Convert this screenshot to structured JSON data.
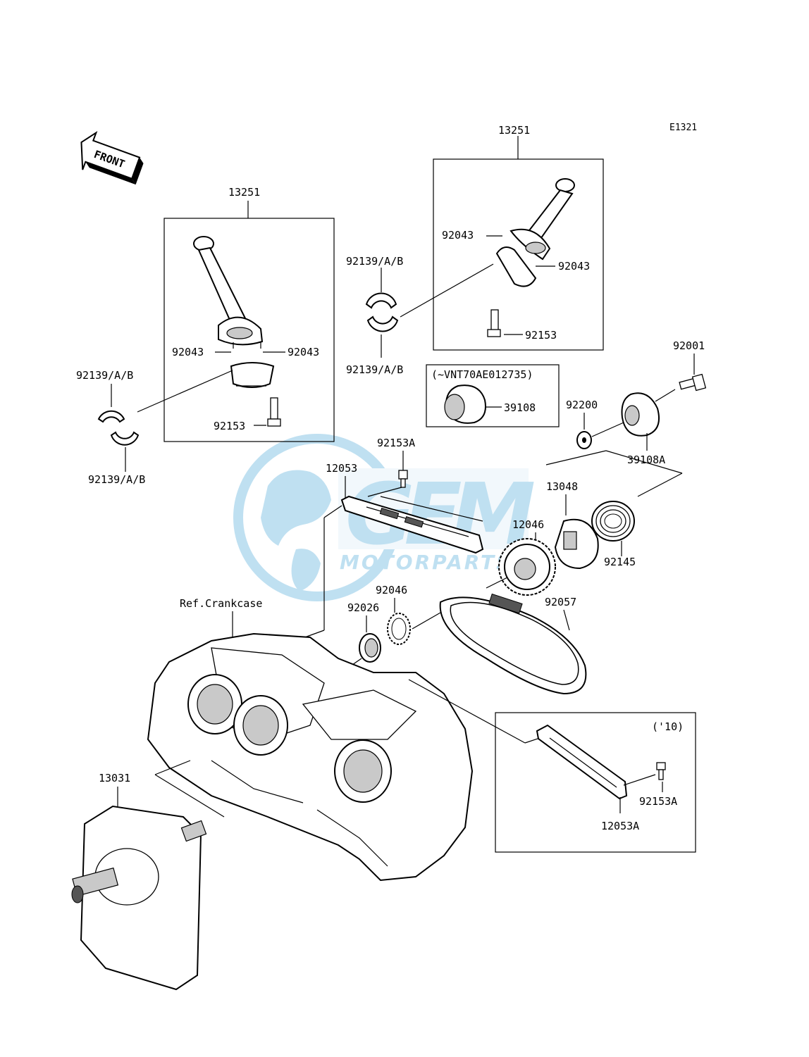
{
  "diagram_code": "E1321",
  "front_label": "FRONT",
  "watermark": {
    "logo_text": "GEM",
    "sub_text": "MOTORPARTS",
    "color": "#8cc7e6"
  },
  "labels": {
    "rod_set_left": "13251",
    "rod_set_right": "13251",
    "bearing_r_top": "92139/A/B",
    "bearing_r_bottom": "92139/A/B",
    "bearing_l_top": "92139/A/B",
    "bearing_l_bottom": "92139/A/B",
    "knock_pin_l1": "92043",
    "knock_pin_l2": "92043",
    "knock_pin_r1": "92043",
    "knock_pin_r2": "92043",
    "rod_bolt_l": "92153",
    "rod_bolt_r": "92153",
    "serial_note": "(~VNT70AE012735)",
    "damper_a": "39108",
    "damper_b": "39108A",
    "bolt_92001": "92001",
    "washer": "92200",
    "bolt_92153a": "92153A",
    "guide_12053": "12053",
    "hub_13048": "13048",
    "sprocket_12046": "12046",
    "spring_92145": "92145",
    "needle_bearing": "92046",
    "oil_seal": "92026",
    "chain": "92057",
    "ref_crankcase": "Ref.Crankcase",
    "crankshaft": "13031",
    "year_note": "('10)",
    "bolt_92153a_b": "92153A",
    "guide_12053a": "12053A"
  }
}
